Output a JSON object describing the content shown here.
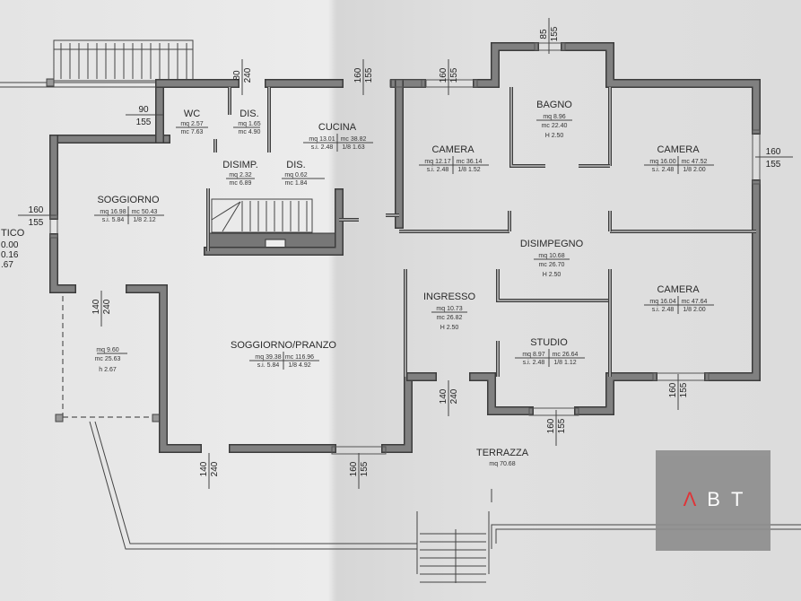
{
  "rooms": {
    "wc": {
      "name": "WC",
      "l1": "mq 2.57",
      "l2": "mc 7.63"
    },
    "dis1": {
      "name": "DIS.",
      "l1": "mq 1.65",
      "l2": "mc 4.90"
    },
    "cucina": {
      "name": "CUCINA",
      "a": "mq 13.01",
      "b": "mc 38.82",
      "c": "s.i. 2.48",
      "d": "1/8 1.63"
    },
    "disimp": {
      "name": "DISIMP.",
      "l1": "mq 2.32",
      "l2": "mc 6.89"
    },
    "dis2": {
      "name": "DIS.",
      "l1": "mq 0.62",
      "l2": "mc 1.84"
    },
    "soggiorno": {
      "name": "SOGGIORNO",
      "a": "mq 16.98",
      "b": "mc 50.43",
      "c": "s.i. 5.84",
      "d": "1/8 2.12"
    },
    "camera1": {
      "name": "CAMERA",
      "a": "mq 12.17",
      "b": "mc 36.14",
      "c": "s.i. 2.48",
      "d": "1/8 1.52"
    },
    "bagno": {
      "name": "BAGNO",
      "l1": "mq 8.96",
      "l2": "mc 22.40",
      "l3": "H 2.50"
    },
    "camera2": {
      "name": "CAMERA",
      "a": "mq 16.00",
      "b": "mc 47.52",
      "c": "s.i. 2.48",
      "d": "1/8 2.00"
    },
    "disimpegno": {
      "name": "DISIMPEGNO",
      "l1": "mq 10.68",
      "l2": "mc 26.70",
      "l3": "H 2.50"
    },
    "ingresso": {
      "name": "INGRESSO",
      "l1": "mq 10.73",
      "l2": "mc 26.82",
      "l3": "H 2.50"
    },
    "studio": {
      "name": "STUDIO",
      "a": "mq 8.97",
      "b": "mc 26.64",
      "c": "s.i. 2.48",
      "d": "1/8 1.12"
    },
    "camera3": {
      "name": "CAMERA",
      "a": "mq 16.04",
      "b": "mc 47.64",
      "c": "s.i. 2.48",
      "d": "1/8 2.00"
    },
    "soggiorno_pranzo": {
      "name": "SOGGIORNO/PRANZO",
      "a": "mq 39.38",
      "b": "mc 116.96",
      "c": "s.i. 5.84",
      "d": "1/8 4.92"
    },
    "portico_inner": {
      "l1": "mq 9.60",
      "l2": "mc 25.63",
      "l3": "h 2.67"
    },
    "portico": {
      "name": "TICO",
      "l1": "0.00",
      "l2": "0.16",
      "l3": ".67"
    },
    "terrazza": {
      "name": "TERRAZZA",
      "l1": "mq 70.68"
    }
  },
  "openings": {
    "wc_window": {
      "w": "90",
      "h": "155"
    },
    "dis_door": {
      "w": "80",
      "h": "240"
    },
    "cucina_window": {
      "w": "160",
      "h": "155"
    },
    "camera1_window": {
      "w": "160",
      "h": "155"
    },
    "bagno_window": {
      "w": "85",
      "h": "155"
    },
    "camera2_window": {
      "w": "160",
      "h": "155"
    },
    "soggiorno_window": {
      "w": "160",
      "h": "155"
    },
    "soggiorno_door": {
      "w": "140",
      "h": "240"
    },
    "pranzo_door": {
      "w": "140",
      "h": "240"
    },
    "pranzo_window": {
      "w": "160",
      "h": "155"
    },
    "ingresso_door": {
      "w": "140",
      "h": "240"
    },
    "studio_window": {
      "w": "160",
      "h": "155"
    },
    "camera3_window": {
      "w": "160",
      "h": "155"
    }
  },
  "logo": {
    "text": "ABT",
    "accent_color": "#e0262a"
  }
}
